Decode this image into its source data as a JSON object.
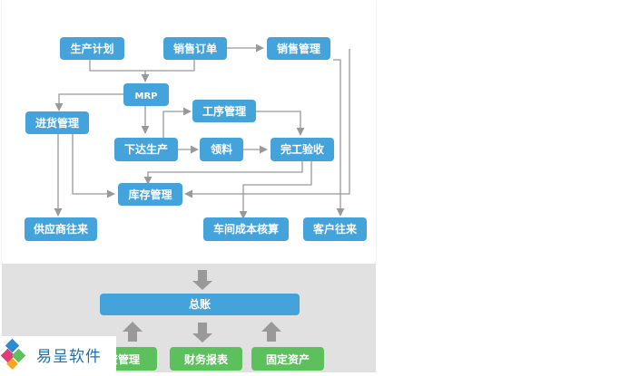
{
  "nodes": {
    "production_plan": "生产计划",
    "sales_order": "销售订单",
    "sales_mgmt": "销售管理",
    "mrp": "MRP",
    "purchase_mgmt": "进货管理",
    "process_mgmt": "工序管理",
    "issue_production": "下达生产",
    "material_pick": "领料",
    "completion_check": "完工验收",
    "inventory_mgmt": "库存管理",
    "supplier_account": "供应商往来",
    "workshop_cost": "车间成本核算",
    "customer_account": "客户往来",
    "general_ledger": "总账",
    "bottom_left_partial": "资管理",
    "financial_report": "财务报表",
    "fixed_assets": "固定资产"
  },
  "logo": {
    "text": "易呈软件"
  },
  "colors": {
    "node_blue": "#45a3dc",
    "node_green": "#5cc05c",
    "arrow_gray": "#999999",
    "bottom_panel": "#e1e1e1",
    "logo_text": "#1a6fb0"
  }
}
